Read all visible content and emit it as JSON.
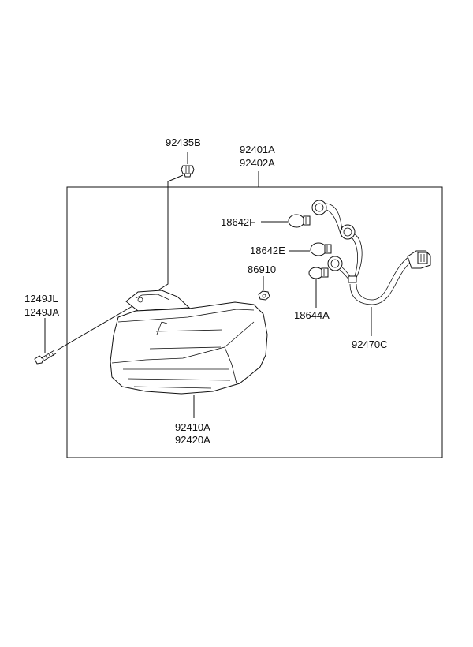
{
  "diagram": {
    "labels": {
      "bolt_clip": "92435B",
      "lamp_assembly_upper": "92401A",
      "lamp_assembly_lower": "92402A",
      "bulb_f": "18642F",
      "bulb_e": "18642E",
      "nut": "86910",
      "screw_upper": "1249JL",
      "screw_lower": "1249JA",
      "bulb_a": "18644A",
      "wiring": "92470C",
      "lens_upper": "92410A",
      "lens_lower": "92420A"
    }
  }
}
